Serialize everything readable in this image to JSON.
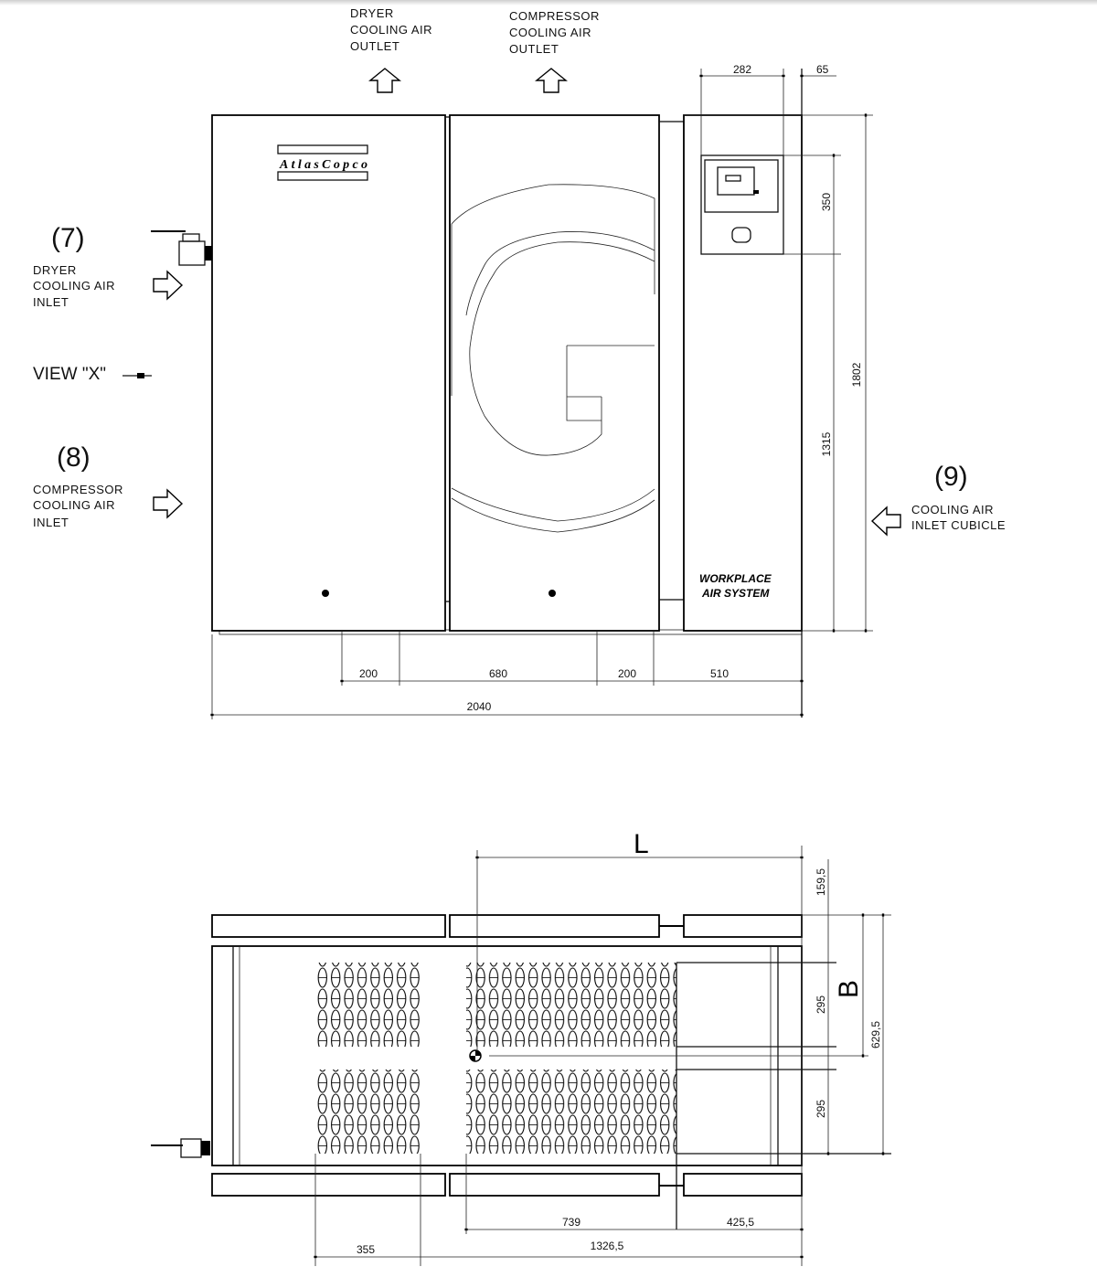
{
  "front_view": {
    "outlet_labels": {
      "dryer": [
        "DRYER",
        "COOLING AIR",
        "OUTLET"
      ],
      "compressor": [
        "COMPRESSOR",
        "COOLING AIR",
        "OUTLET"
      ]
    },
    "inlet_7": {
      "number": "(7)",
      "lines": [
        "DRYER",
        "COOLING AIR",
        "INLET"
      ]
    },
    "view_label": "VIEW \"X\"",
    "inlet_8": {
      "number": "(8)",
      "lines": [
        "COMPRESSOR",
        "COOLING AIR",
        "INLET"
      ]
    },
    "inlet_9": {
      "number": "(9)",
      "lines": [
        "COOLING AIR",
        "INLET CUBICLE"
      ]
    },
    "brand_logo": "AtlasCopco",
    "workplace_logo": [
      "WORKPLACE",
      "AIR SYSTEM"
    ],
    "dimensions": {
      "controller_width": "282",
      "side_offset": "65",
      "controller_height": "350",
      "lower_height": "1315",
      "total_height": "1802",
      "seg_1": "200",
      "seg_2": "680",
      "seg_3": "200",
      "seg_4": "510",
      "total_width": "2040"
    }
  },
  "top_view": {
    "dimensions": {
      "L": "L",
      "B": "B",
      "top_offset": "159,5",
      "grille_upper": "295",
      "grille_lower": "295",
      "frame_depth": "629,5",
      "grille_width": "739",
      "right_offset": "425,5",
      "left_grille": "355",
      "total_span": "1326,5"
    }
  }
}
